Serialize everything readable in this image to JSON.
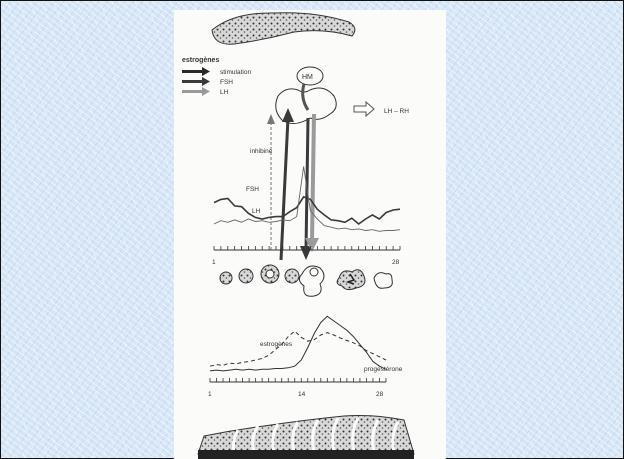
{
  "legend": {
    "title": "estrogènes",
    "items": [
      {
        "label": "stimulation",
        "color": "#2a2a2a"
      },
      {
        "label": "FSH",
        "color": "#3a3a3a"
      },
      {
        "label": "LH",
        "color": "#9a9a9a"
      }
    ]
  },
  "labels": {
    "hm": "HM",
    "lhrh": "LH – RH",
    "inhibine": "inhibine",
    "fsh": "FSH",
    "lh": "LH",
    "estrogenes": "estrogènes",
    "progesterone": "progestérone"
  },
  "axis_upper": {
    "start": "1",
    "end": "28"
  },
  "axis_lower": {
    "start": "1",
    "mid": "14",
    "end": "28"
  },
  "colors": {
    "background": "#d6e6f7",
    "panel": "#fbfbfa",
    "ink": "#333333",
    "fsh_arrow": "#3a3a3a",
    "lh_arrow": "#9a9a9a"
  },
  "chart_data": [
    {
      "type": "line",
      "x": [
        1,
        2,
        3,
        4,
        5,
        6,
        7,
        8,
        9,
        10,
        11,
        12,
        13,
        14,
        15,
        16,
        17,
        18,
        19,
        20,
        21,
        22,
        23,
        24,
        25,
        26,
        27,
        28
      ],
      "series": [
        {
          "name": "FSH",
          "values": [
            48,
            52,
            53,
            44,
            43,
            35,
            30,
            28,
            30,
            31,
            31,
            37,
            42,
            55,
            52,
            40,
            33,
            27,
            26,
            24,
            29,
            22,
            28,
            33,
            28,
            36,
            39,
            40
          ]
        },
        {
          "name": "LH",
          "values": [
            22,
            26,
            24,
            27,
            24,
            28,
            25,
            26,
            24,
            25,
            27,
            26,
            31,
            92,
            38,
            28,
            20,
            18,
            16,
            17,
            15,
            16,
            14,
            15,
            13,
            14,
            14,
            15
          ]
        }
      ]
    },
    {
      "type": "line",
      "x": [
        1,
        2,
        3,
        4,
        5,
        6,
        7,
        8,
        9,
        10,
        11,
        12,
        13,
        14,
        15,
        16,
        17,
        18,
        19,
        20,
        21,
        22,
        23,
        24,
        25,
        26,
        27,
        28
      ],
      "series": [
        {
          "name": "estrogènes",
          "values": [
            10,
            12,
            11,
            14,
            13,
            15,
            16,
            18,
            20,
            24,
            31,
            38,
            48,
            55,
            47,
            42,
            44,
            50,
            53,
            50,
            46,
            43,
            40,
            36,
            30,
            26,
            22,
            18
          ]
        },
        {
          "name": "progestérone",
          "values": [
            4,
            5,
            4,
            5,
            6,
            5,
            6,
            5,
            6,
            6,
            7,
            7,
            8,
            10,
            18,
            34,
            52,
            66,
            74,
            68,
            62,
            56,
            48,
            38,
            28,
            16,
            10,
            6
          ]
        }
      ]
    }
  ]
}
